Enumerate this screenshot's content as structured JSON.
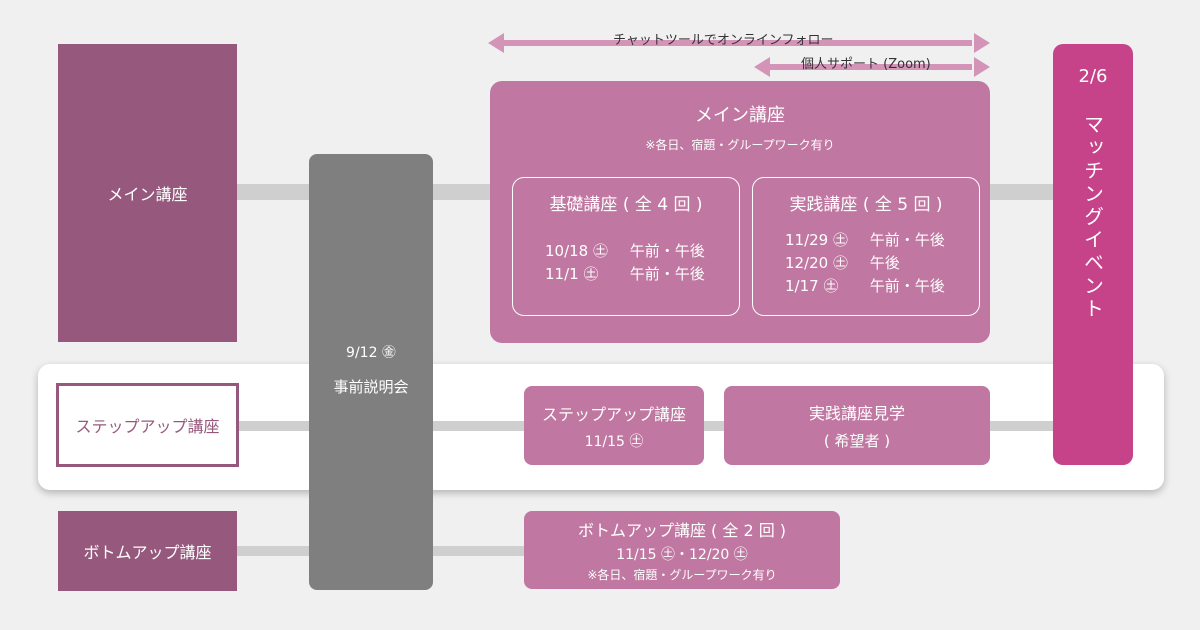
{
  "colors": {
    "track_box": "#96597d",
    "setsumei": "#7f7f7f",
    "pink_block": "#c077a1",
    "matching": "#c6438a",
    "arrow": "#d394b8",
    "connector": "#cfcfcf",
    "background": "#f0f0f0"
  },
  "tracks": {
    "main": "メイン講座",
    "stepup": "ステップアップ講座",
    "bottomup": "ボトムアップ講座"
  },
  "setsumei": {
    "date": "9/12 ㊎",
    "label": "事前説明会"
  },
  "arrows": {
    "chat": "チャットツールでオンラインフォロー",
    "zoom": "個人サポート (Zoom)"
  },
  "main_block": {
    "title": "メイン講座",
    "note": "※各日、宿題・グループワーク有り",
    "kiso": {
      "title": "基礎講座 ( 全 4 回 )",
      "sessions": [
        {
          "date": "10/18 ㊏",
          "time": "午前・午後"
        },
        {
          "date": "11/1 ㊏",
          "time": "午前・午後"
        }
      ]
    },
    "jissen": {
      "title": "実践講座 ( 全 5 回 )",
      "sessions": [
        {
          "date": "11/29 ㊏",
          "time": "午前・午後"
        },
        {
          "date": "12/20 ㊏",
          "time": "午後"
        },
        {
          "date": "1/17 ㊏",
          "time": "午前・午後"
        }
      ]
    }
  },
  "stepup_block": {
    "title": "ステップアップ講座",
    "date": "11/15 ㊏"
  },
  "kengaku_block": {
    "title": "実践講座見学",
    "sub": "( 希望者 )"
  },
  "bottomup_block": {
    "title": "ボトムアップ講座 ( 全 2 回 )",
    "dates": "11/15 ㊏・12/20 ㊏",
    "note": "※各日、宿題・グループワーク有り"
  },
  "matching": {
    "date": "2/6",
    "label": "マッチングイベント"
  }
}
